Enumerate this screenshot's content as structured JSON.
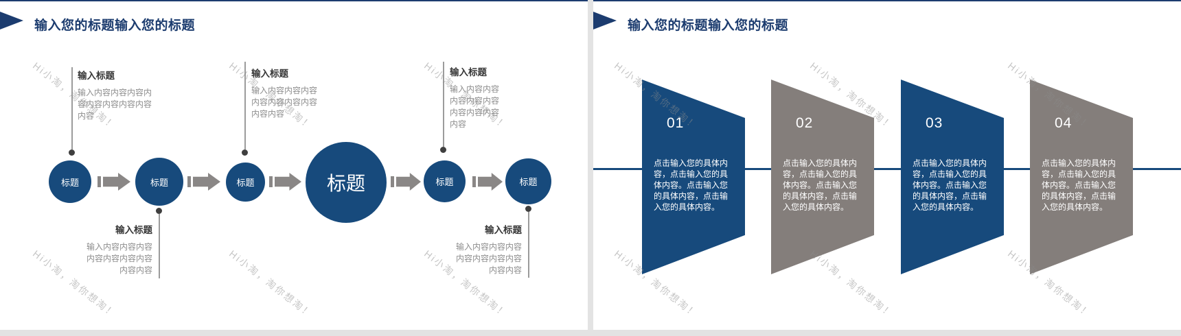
{
  "watermark_text": "Hi小淘，淘你想淘！",
  "colors": {
    "navy_shape": "#174A7C",
    "gray_shape": "#847E7B",
    "title_navy": "#1C3C6F",
    "arrow_gray": "#8A8786",
    "callout_title": "#383838",
    "callout_body": "#8D8D8D",
    "background": "#E3E3E3"
  },
  "left_slide": {
    "title": "输入您的标题输入您的标题",
    "circles": [
      "标题",
      "标题",
      "标题",
      "标题",
      "标题",
      "标题"
    ],
    "callouts": [
      {
        "title": "输入标题",
        "body": "输入内容内容内容内容内容内容内容内容内容"
      },
      {
        "title": "输入标题",
        "body": "输入内容内容内容内容内容内容内容内容内容"
      },
      {
        "title": "输入标题",
        "body": "输入内容内容内容内容内容内容内容内容内容"
      },
      {
        "title": "输入标题",
        "body": "输入内容内容内容内容内容内容内容内容内容"
      },
      {
        "title": "输入标题",
        "body": "输入内容内容内容内容内容内容内容内容内容"
      }
    ]
  },
  "right_slide": {
    "title": "输入您的标题输入您的标题",
    "steps": [
      {
        "number": "01",
        "body": "点击输入您的具体内容，点击输入您的具体内容。点击输入您的具体内容，点击输入您的具体内容。"
      },
      {
        "number": "02",
        "body": "点击输入您的具体内容，点击输入您的具体内容。点击输入您的具体内容，点击输入您的具体内容。"
      },
      {
        "number": "03",
        "body": "点击输入您的具体内容，点击输入您的具体内容。点击输入您的具体内容，点击输入您的具体内容。"
      },
      {
        "number": "04",
        "body": "点击输入您的具体内容，点击输入您的具体内容。点击输入您的具体内容，点击输入您的具体内容。"
      }
    ]
  }
}
